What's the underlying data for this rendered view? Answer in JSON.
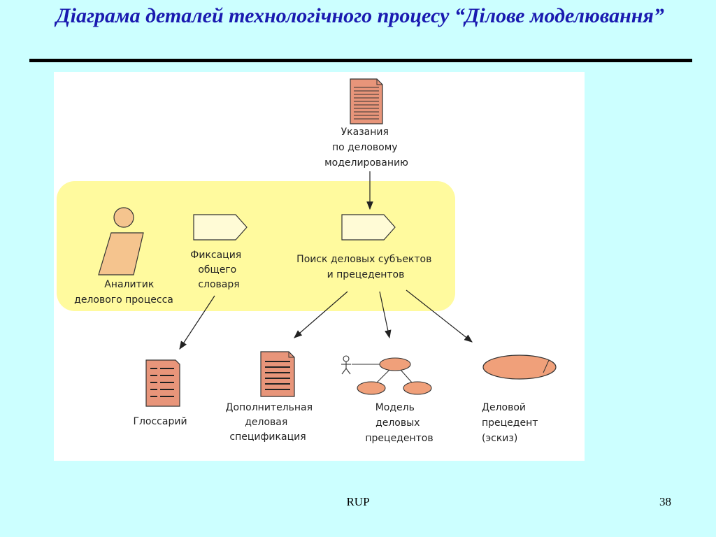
{
  "slide": {
    "title": "Діаграма деталей технологічного процесу “Ділове моделювання”",
    "footer_center": "RUP",
    "page_number": "38"
  },
  "diagram": {
    "guidelines": {
      "label": [
        "Указания",
        "по деловому",
        "моделированию"
      ]
    },
    "analyst": {
      "label": [
        "Аналитик",
        "делового процесса"
      ]
    },
    "capture_vocabulary": {
      "label": [
        "Фиксация",
        "общего",
        "словаря"
      ]
    },
    "find_actors": {
      "label": [
        "Поиск деловых субъектов",
        "и прецедентов"
      ]
    },
    "glossary": {
      "label": [
        "Глоссарий"
      ]
    },
    "supplementary_spec": {
      "label": [
        "Дополнительная",
        "деловая",
        "спецификация"
      ]
    },
    "use_case_model": {
      "label": [
        "Модель",
        "деловых",
        "прецедентов"
      ]
    },
    "business_use_case": {
      "label": [
        "Деловой",
        "прецедент",
        "(эскиз)"
      ]
    },
    "colors": {
      "artifact_fill": "#e8957a",
      "actor_fill": "#f5c48e",
      "activity_fill": "#fffbd6",
      "highlight_band": "#fffa9e",
      "usecase_fill": "#f0a07a"
    }
  }
}
